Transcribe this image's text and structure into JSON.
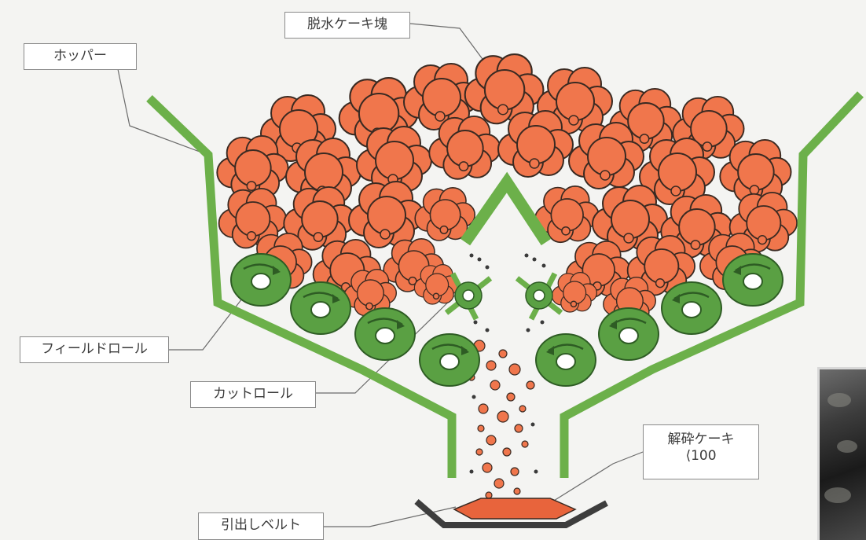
{
  "labels": {
    "dewatered_cake": "脱水ケーキ塊",
    "hopper": "ホッパー",
    "feed_roll": "フィールドロール",
    "cut_roll": "カットロール",
    "crushed_cake_line1": "解砕ケーキ",
    "crushed_cake_line2": "⟨100",
    "discharge_belt": "引出しベルト"
  },
  "colors": {
    "cake_fill": "#f0764c",
    "cake_outline": "#3a2a22",
    "hopper_green": "#6cb04a",
    "roll_green": "#5aa043",
    "roll_hub": "#ffffff",
    "belt": "#3d3d3d",
    "label_border": "#8a8a8a"
  },
  "icons": {
    "roll_arrow": "curved-arrow-icon",
    "photo": "photo-thumbnail"
  }
}
